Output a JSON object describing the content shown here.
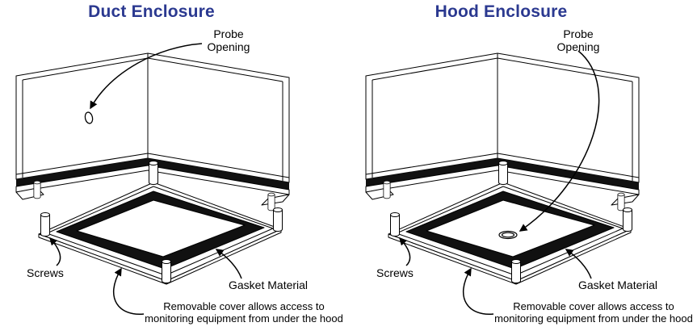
{
  "colors": {
    "title_text": "#2b3990",
    "line_art": "#000000",
    "gasket_fill": "#111111",
    "background": "#ffffff"
  },
  "panels": [
    {
      "id": "duct",
      "title": "Duct Enclosure",
      "probe_location": "side wall of enclosure",
      "labels": {
        "probe_opening": "Probe\nOpening",
        "screws": "Screws",
        "gasket_material": "Gasket Material",
        "removable_cover": "Removable cover allows access to\nmonitoring equipment from under the hood"
      }
    },
    {
      "id": "hood",
      "title": "Hood Enclosure",
      "probe_location": "center of removable cover",
      "labels": {
        "probe_opening": "Probe\nOpening",
        "screws": "Screws",
        "gasket_material": "Gasket Material",
        "removable_cover": "Removable cover allows access to\nmonitoring equipment from under the hood"
      }
    }
  ]
}
